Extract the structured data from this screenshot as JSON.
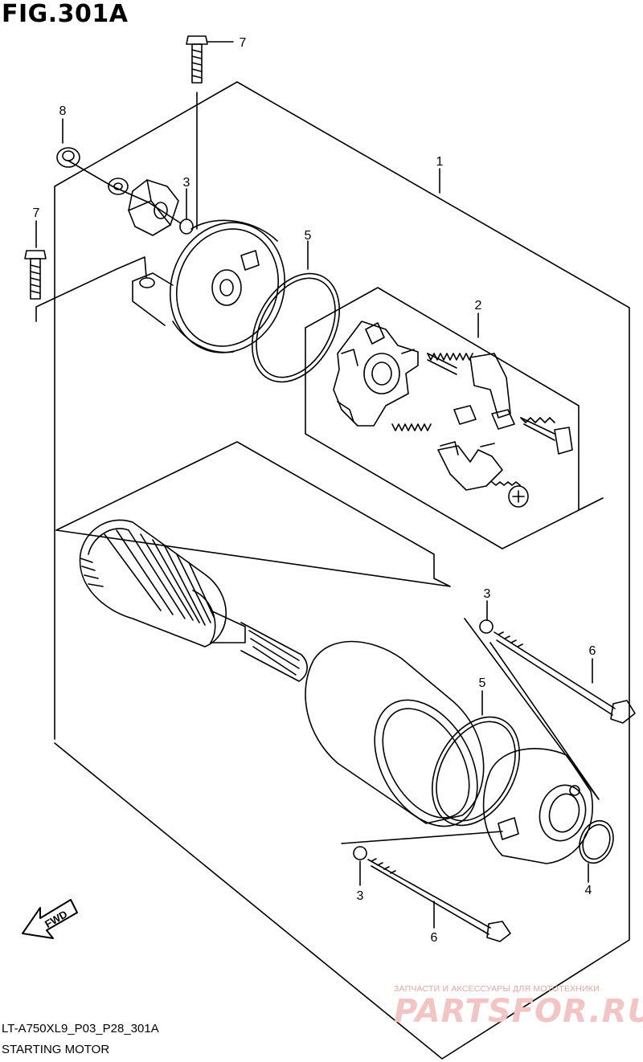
{
  "figure": {
    "title": "FIG.301A",
    "code": "LT-A750XL9_P03_P28_301A",
    "name": "STARTING MOTOR"
  },
  "callouts": {
    "c1": "1",
    "c2": "2",
    "c3a": "3",
    "c3b": "3",
    "c3c": "3",
    "c4": "4",
    "c5a": "5",
    "c5b": "5",
    "c6a": "6",
    "c6b": "6",
    "c7a": "7",
    "c7b": "7",
    "c8": "8"
  },
  "fwd": "FWD",
  "watermark": {
    "line1": "ЗАПЧАСТИ И АКСЕССУАРЫ ДЛЯ МОТОТЕХНИКИ",
    "brand": "PARTSFOR.RU"
  }
}
